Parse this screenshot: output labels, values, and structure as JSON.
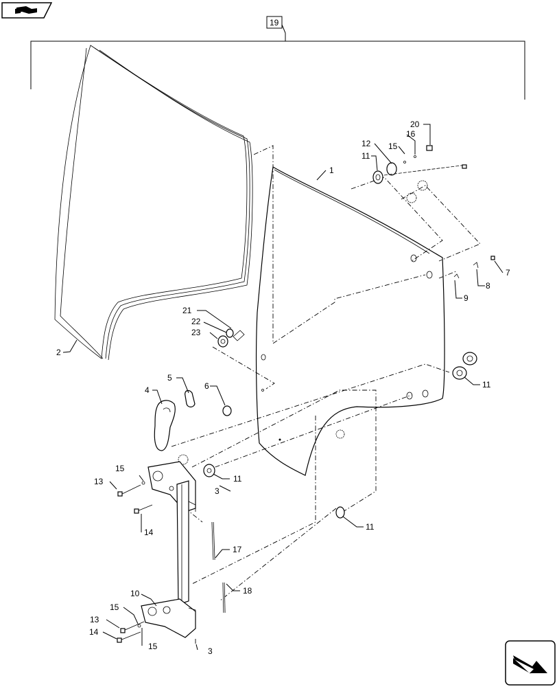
{
  "nav": {
    "top_left_icon": "parts-catalog-icon",
    "bottom_right_icon": "next-page-arrow-icon"
  },
  "assembly": {
    "group_label": "19"
  },
  "callouts": {
    "c1": "1",
    "c2": "2",
    "c3a": "3",
    "c3b": "3",
    "c4": "4",
    "c5": "5",
    "c6": "6",
    "c7": "7",
    "c8": "8",
    "c9": "9",
    "c10": "10",
    "c11a": "11",
    "c11b": "11",
    "c11c": "11",
    "c11d": "11",
    "c12": "12",
    "c13a": "13",
    "c13b": "13",
    "c14a": "14",
    "c14b": "14",
    "c15a": "15",
    "c15b": "15",
    "c15c": "15",
    "c15d": "15",
    "c16": "16",
    "c17": "17",
    "c18": "18",
    "c20": "20",
    "c21": "21",
    "c22": "22",
    "c23": "23"
  }
}
